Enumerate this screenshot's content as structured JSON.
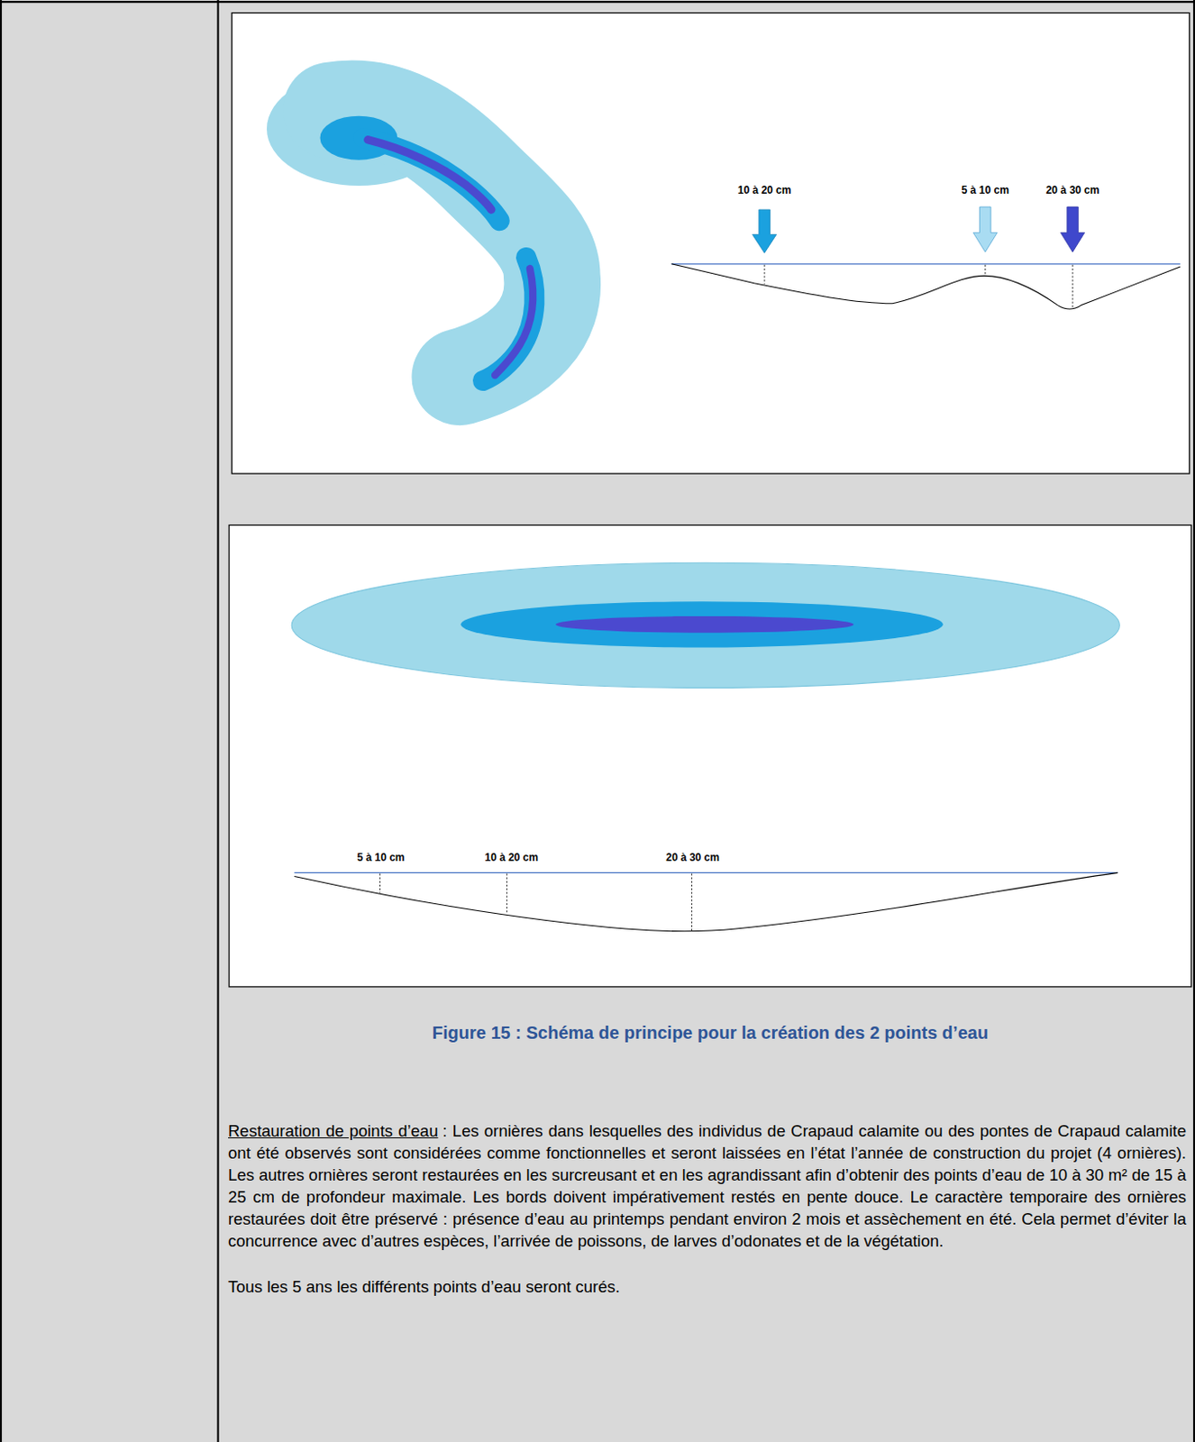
{
  "diagram": {
    "caption": "Figure 15 : Schéma de principe pour la création des 2 points d’eau",
    "labels": [
      "10 à 20 cm",
      "5 à 10 cm",
      "20 à 30 cm",
      "5 à 10 cm",
      "10 à 20 cm",
      "20 à 30 cm",
      "Restauration de points d’eau",
      ": Les ornières dans lesquelles des individus de Crapaud calamite ou des pontes de Crapaud calamite ont été observés sont considérées comme fonctionnelles et seront laissées en l’état l’année de construction du projet (4 ornières). Les autres ornières seront restaurées en les surcreusant et en les agrandissant afin d’obtenir des points d’eau de 10 à 30 m² de 15 à 25 cm de profondeur maximale. Les bords doivent impérativement restés en pente douce. Le caractère temporaire des ornières restaurées doit être préservé : présence d’eau au printemps pendant environ 2 mois et assèchement en été. Cela permet d’éviter la concurrence avec d’autres espèces, l’arrivée de poissons, de larves d’odonates et de la végétation.",
      "Tous les 5 ans les différents points d’eau seront curés."
    ]
  }
}
